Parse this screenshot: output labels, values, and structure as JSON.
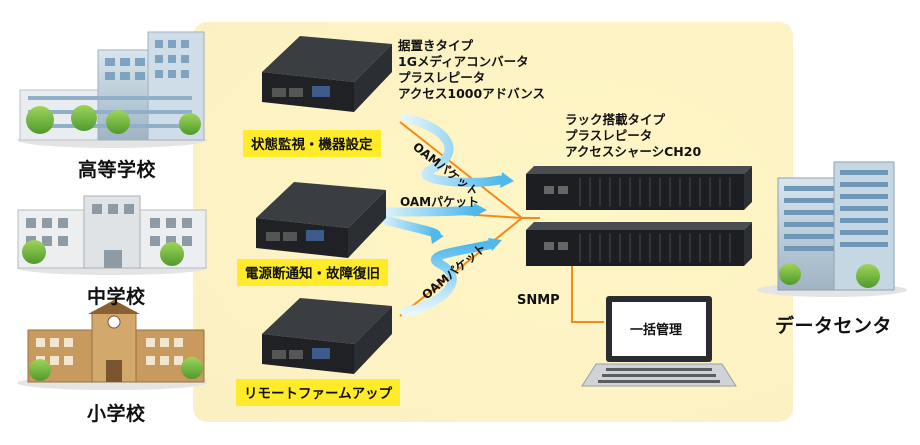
{
  "buildings": {
    "high_school": "高等学校",
    "middle_school": "中学校",
    "elementary_school": "小学校",
    "data_center": "データセンタ"
  },
  "features": {
    "monitoring": "状態監視・機器設定",
    "power_notice": "電源断通知・故障復旧",
    "firmware_update": "リモートファームアップ"
  },
  "standalone_device": {
    "lines": [
      "据置きタイプ",
      "1Gメディアコンバータ",
      "プラスレピータ",
      "アクセス1000アドバンス"
    ]
  },
  "rack_device": {
    "lines": [
      "ラック搭載タイプ",
      "プラスレピータ",
      "アクセスシャーシCH20"
    ]
  },
  "oam_labels": [
    "OAMパケット",
    "OAMパケット",
    "OAMパケット"
  ],
  "snmp_label": "SNMP",
  "laptop_screen": "一括管理",
  "colors": {
    "feature_bg": "#ffeb2a",
    "panel_bg": "#fdf3c4",
    "orange_line": "#f28a1c",
    "oam_arrow": "#6ec6f0"
  }
}
